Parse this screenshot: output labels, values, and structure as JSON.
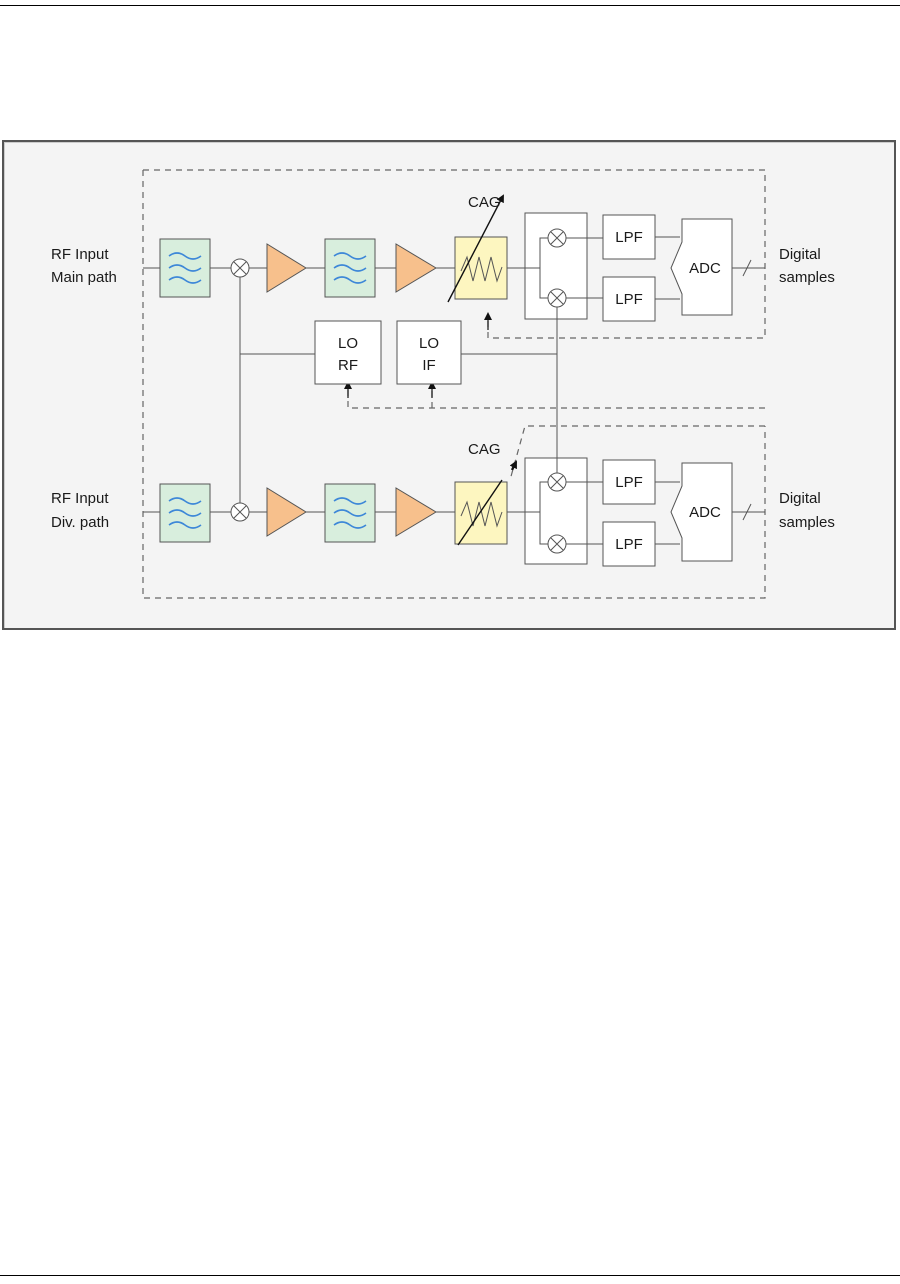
{
  "diagram": {
    "inputs": {
      "main": [
        "RF Input",
        "Main path"
      ],
      "div": [
        "RF Input",
        "Div. path"
      ]
    },
    "outputs": {
      "main": [
        "Digital",
        "samples"
      ],
      "div": [
        "Digital",
        "samples"
      ]
    },
    "blocks": {
      "cag_main": "CAG",
      "cag_div": "CAG",
      "lo_rf": [
        "LO",
        "RF"
      ],
      "lo_if": [
        "LO",
        "IF"
      ],
      "lpf": "LPF",
      "adc": "ADC"
    },
    "colors": {
      "filter_fill": "#d8eedd",
      "filter_wave": "#3d87d8",
      "amp_fill": "#f7c08c",
      "cag_fill": "#fdf6c0",
      "line": "#555555"
    }
  }
}
